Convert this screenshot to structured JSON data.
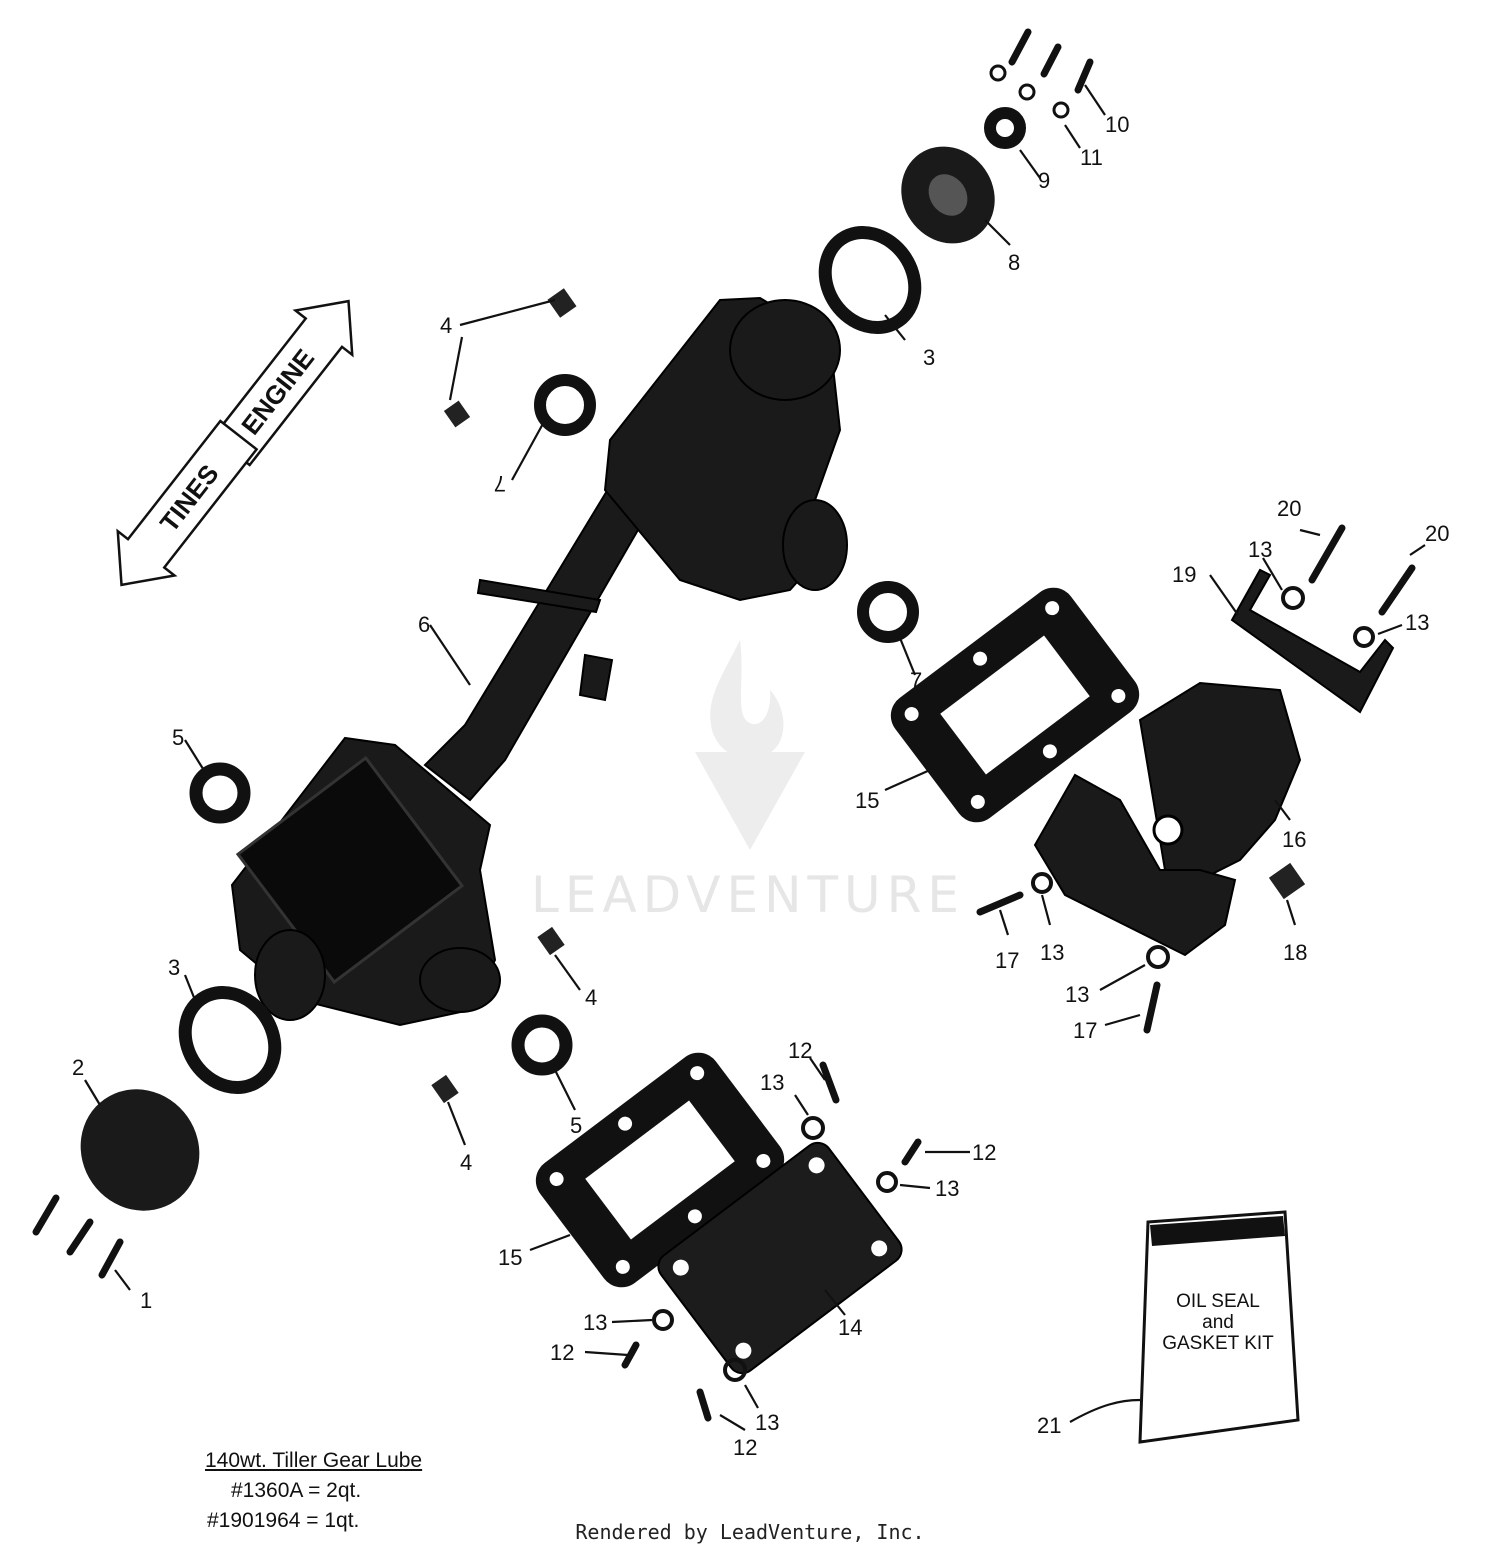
{
  "watermark": {
    "text": "LEADVENTURE"
  },
  "directions": {
    "engine": "ENGINE",
    "tines": "TINES"
  },
  "kit": {
    "line1": "OIL SEAL",
    "line2": "and",
    "line3": "GASKET KIT"
  },
  "lube": {
    "title": "140wt. Tiller Gear Lube",
    "line1": "#1360A = 2qt.",
    "line2": "#1901964 = 1qt."
  },
  "footer": {
    "text": "Rendered by LeadVenture, Inc."
  },
  "callouts": {
    "c1": "1",
    "c2": "2",
    "c3a": "3",
    "c3b": "3",
    "c4a": "4",
    "c4b": "4",
    "c4c": "4",
    "c5a": "5",
    "c5b": "5",
    "c6": "6",
    "c7a": "7",
    "c7b": "7",
    "c8": "8",
    "c9": "9",
    "c10": "10",
    "c11": "11",
    "c12a": "12",
    "c12b": "12",
    "c12c": "12",
    "c12d": "12",
    "c13a": "13",
    "c13b": "13",
    "c13c": "13",
    "c13d": "13",
    "c13e": "13",
    "c13f": "13",
    "c13g": "13",
    "c13h": "13",
    "c14": "14",
    "c15a": "15",
    "c15b": "15",
    "c16": "16",
    "c17a": "17",
    "c17b": "17",
    "c18": "18",
    "c19": "19",
    "c20a": "20",
    "c20b": "20",
    "c21": "21"
  }
}
